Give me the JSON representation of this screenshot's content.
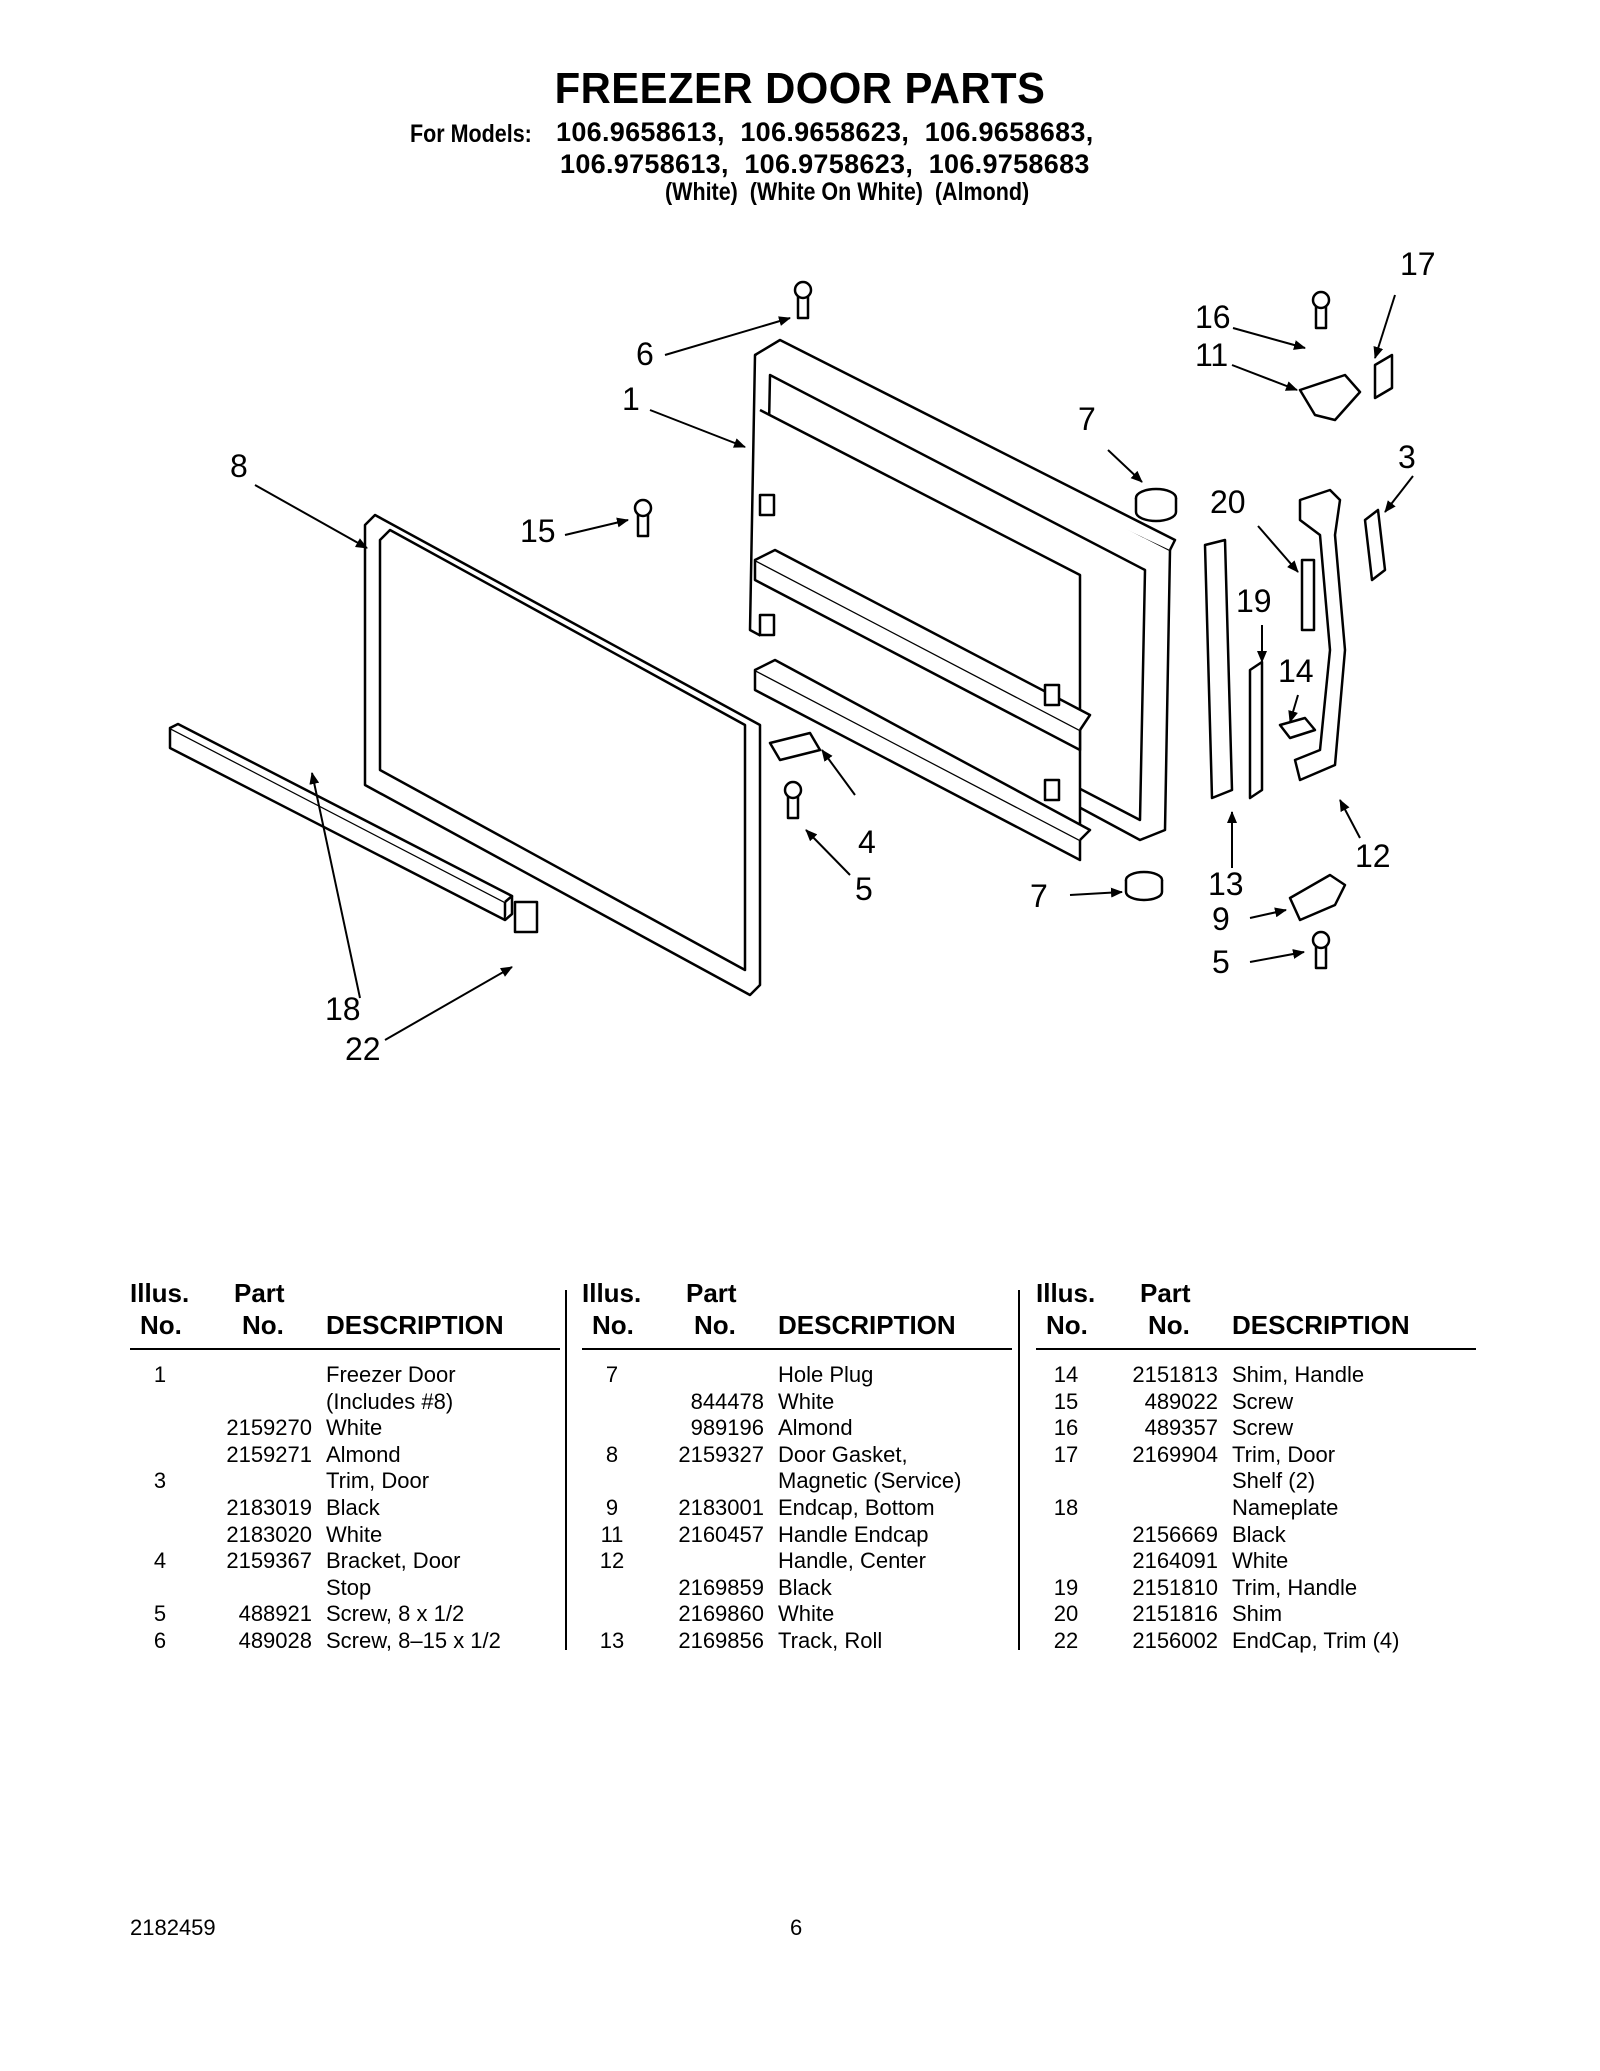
{
  "header": {
    "title": "FREEZER DOOR PARTS",
    "models_label": "For Models:",
    "models_line_1": "106.9658613,  106.9658623,  106.9658683,",
    "models_line_2": "106.9758613,  106.9758623,  106.9758683",
    "colors_line": "(White)  (White On White)  (Almond)"
  },
  "diagram": {
    "callouts": [
      "1",
      "3",
      "4",
      "5",
      "5",
      "6",
      "7",
      "7",
      "8",
      "9",
      "11",
      "12",
      "13",
      "14",
      "15",
      "16",
      "17",
      "18",
      "19",
      "20",
      "22"
    ]
  },
  "table": {
    "headers": {
      "illus": "Illus.",
      "illus_no": "No.",
      "part": "Part",
      "part_no": "No.",
      "description": "DESCRIPTION"
    },
    "columns": [
      [
        {
          "illus": "1",
          "part": "",
          "desc": "Freezer Door"
        },
        {
          "illus": "",
          "part": "",
          "desc": "(Includes #8)"
        },
        {
          "illus": "",
          "part": "2159270",
          "desc": "White"
        },
        {
          "illus": "",
          "part": "2159271",
          "desc": "Almond"
        },
        {
          "illus": "3",
          "part": "",
          "desc": "Trim, Door"
        },
        {
          "illus": "",
          "part": "2183019",
          "desc": "Black"
        },
        {
          "illus": "",
          "part": "2183020",
          "desc": "White"
        },
        {
          "illus": "4",
          "part": "2159367",
          "desc": "Bracket, Door"
        },
        {
          "illus": "",
          "part": "",
          "desc": "Stop"
        },
        {
          "illus": "5",
          "part": "488921",
          "desc": "Screw, 8 x 1/2"
        },
        {
          "illus": "6",
          "part": "489028",
          "desc": "Screw, 8–15 x 1/2"
        }
      ],
      [
        {
          "illus": "7",
          "part": "",
          "desc": "Hole Plug"
        },
        {
          "illus": "",
          "part": "844478",
          "desc": "White"
        },
        {
          "illus": "",
          "part": "989196",
          "desc": "Almond"
        },
        {
          "illus": "8",
          "part": "2159327",
          "desc": "Door Gasket,"
        },
        {
          "illus": "",
          "part": "",
          "desc": "Magnetic (Service)"
        },
        {
          "illus": "9",
          "part": "2183001",
          "desc": "Endcap, Bottom"
        },
        {
          "illus": "11",
          "part": "2160457",
          "desc": "Handle Endcap"
        },
        {
          "illus": "12",
          "part": "",
          "desc": "Handle, Center"
        },
        {
          "illus": "",
          "part": "2169859",
          "desc": "Black"
        },
        {
          "illus": "",
          "part": "2169860",
          "desc": "White"
        },
        {
          "illus": "13",
          "part": "2169856",
          "desc": "Track, Roll"
        }
      ],
      [
        {
          "illus": "14",
          "part": "2151813",
          "desc": "Shim, Handle"
        },
        {
          "illus": "15",
          "part": "489022",
          "desc": "Screw"
        },
        {
          "illus": "16",
          "part": "489357",
          "desc": "Screw"
        },
        {
          "illus": "17",
          "part": "2169904",
          "desc": "Trim, Door"
        },
        {
          "illus": "",
          "part": "",
          "desc": "Shelf (2)"
        },
        {
          "illus": "18",
          "part": "",
          "desc": "Nameplate"
        },
        {
          "illus": "",
          "part": "2156669",
          "desc": "Black"
        },
        {
          "illus": "",
          "part": "2164091",
          "desc": "White"
        },
        {
          "illus": "19",
          "part": "2151810",
          "desc": "Trim, Handle"
        },
        {
          "illus": "20",
          "part": "2151816",
          "desc": "Shim"
        },
        {
          "illus": "22",
          "part": "2156002",
          "desc": "EndCap, Trim (4)"
        }
      ]
    ]
  },
  "footer": {
    "doc_number": "2182459",
    "page_number": "6"
  }
}
